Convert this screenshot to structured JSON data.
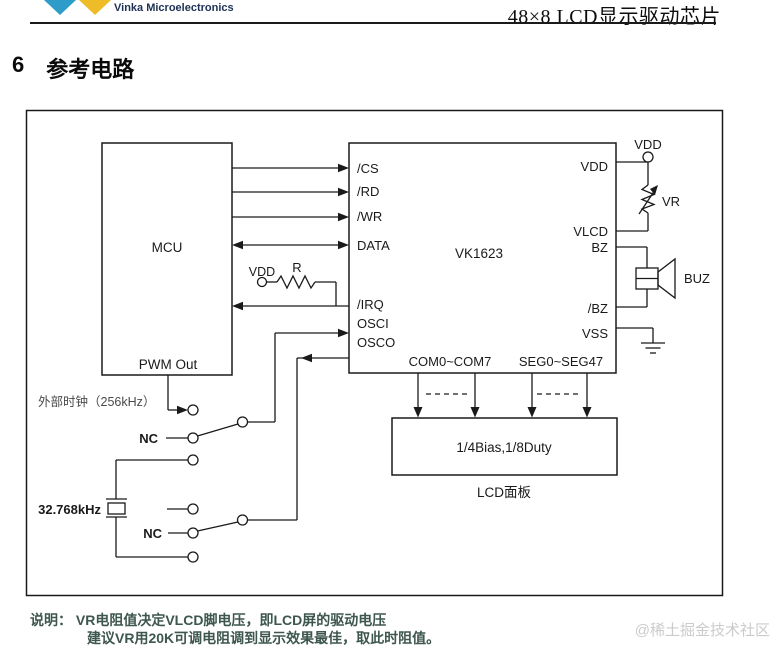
{
  "header": {
    "brand": "Vinka Microelectronics",
    "doc_title": "48×8  LCD显示驱动芯片"
  },
  "section": {
    "number": "6",
    "title": "参考电路"
  },
  "diagram": {
    "mcu": {
      "name": "MCU",
      "pwm": "PWM Out"
    },
    "chip": {
      "name": "VK1623",
      "left_pins": [
        "/CS",
        "/RD",
        "/WR",
        "DATA",
        "/IRQ",
        "OSCI",
        "OSCO"
      ],
      "right_pins": [
        "VDD",
        "VLCD",
        "BZ",
        "/BZ",
        "VSS"
      ],
      "bottom_ports": [
        "COM0~COM7",
        "SEG0~SEG47"
      ]
    },
    "pullup": {
      "rail": "VDD",
      "resistor": "R"
    },
    "power": {
      "rail": "VDD",
      "pot": "VR"
    },
    "buzzer": "BUZ",
    "clock": {
      "external": "外部时钟（256kHz）",
      "nc_top": "NC",
      "crystal": "32.768kHz",
      "nc_bottom": "NC"
    },
    "lcd": {
      "spec": "1/4Bias,1/8Duty",
      "caption": "LCD面板"
    }
  },
  "note": {
    "line1": "说明： VR电阻值决定VLCD脚电压，即LCD屏的驱动电压",
    "line2": "建议VR用20K可调电阻调到显示效果最佳，取此时阻值。"
  },
  "watermark": "@稀土掘金技术社区",
  "colors": {
    "logo_blue": "#2e9cc9",
    "logo_yellow": "#edbc27",
    "brand_text": "#1d3156",
    "note_text": "#3d564e",
    "watermark": "#cbcbcb",
    "line": "#1a1a1a"
  }
}
